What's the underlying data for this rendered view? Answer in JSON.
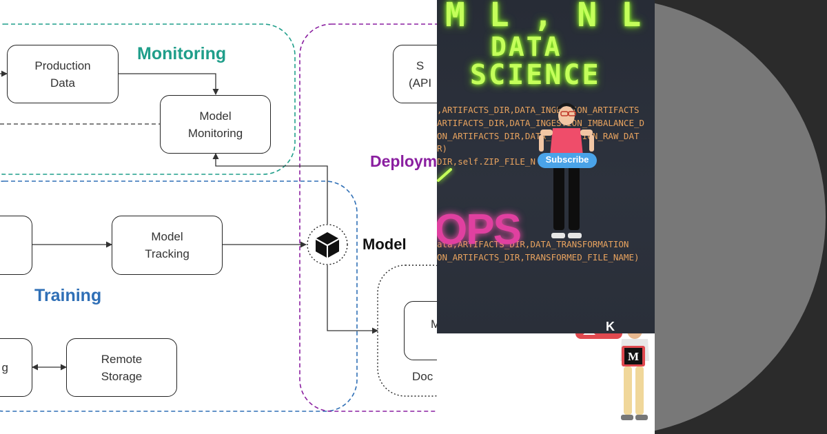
{
  "diagram": {
    "zones": {
      "monitoring": {
        "title": "Monitoring",
        "color": "#1f9e8a"
      },
      "training": {
        "title": "Training",
        "color": "#2f6fb6"
      },
      "deployment": {
        "title": "Deploym",
        "color": "#8a1fa0"
      }
    },
    "nodes": {
      "production_data": "Production\nData",
      "model_monitoring": "Model\nMonitoring",
      "model_tracking": "Model\nTracking",
      "remote_storage": "Remote\nStorage",
      "serving_partial": "S\n(API",
      "docker_partial_label": "Doc",
      "docker_partial_inner": "M",
      "training_partial": "g"
    },
    "model_label": "Model",
    "model_icon": "cube-icon"
  },
  "thumbnail": {
    "title_lines": [
      "M L , N L P",
      "DATA",
      "SCIENCE"
    ],
    "ops_text": "OPS",
    "subscribe_label": "Subscribe",
    "code_lines": [
      ",ARTIFACTS_DIR,DATA_INGESTION_ARTIFACTS",
      "ARTIFACTS_DIR,DATA_INGESTION_IMBALANCE_D",
      "ON_ARTIFACTS_DIR,DATA_INGESTION_RAW_DAT",
      "R)",
      "DIR,self.ZIP_FILE_N",
      "ata,ARTIFACTS_DIR,DATA_TRANSFORMATION",
      "ON_ARTIFACTS_DIR,TRANSFORMED_FILE_NAME)"
    ],
    "badge_letter": "K",
    "medium_letter": "M"
  },
  "colors": {
    "neon": "#c4ff5a",
    "ops": "#e040a0",
    "subscribe": "#4aa3e8"
  }
}
